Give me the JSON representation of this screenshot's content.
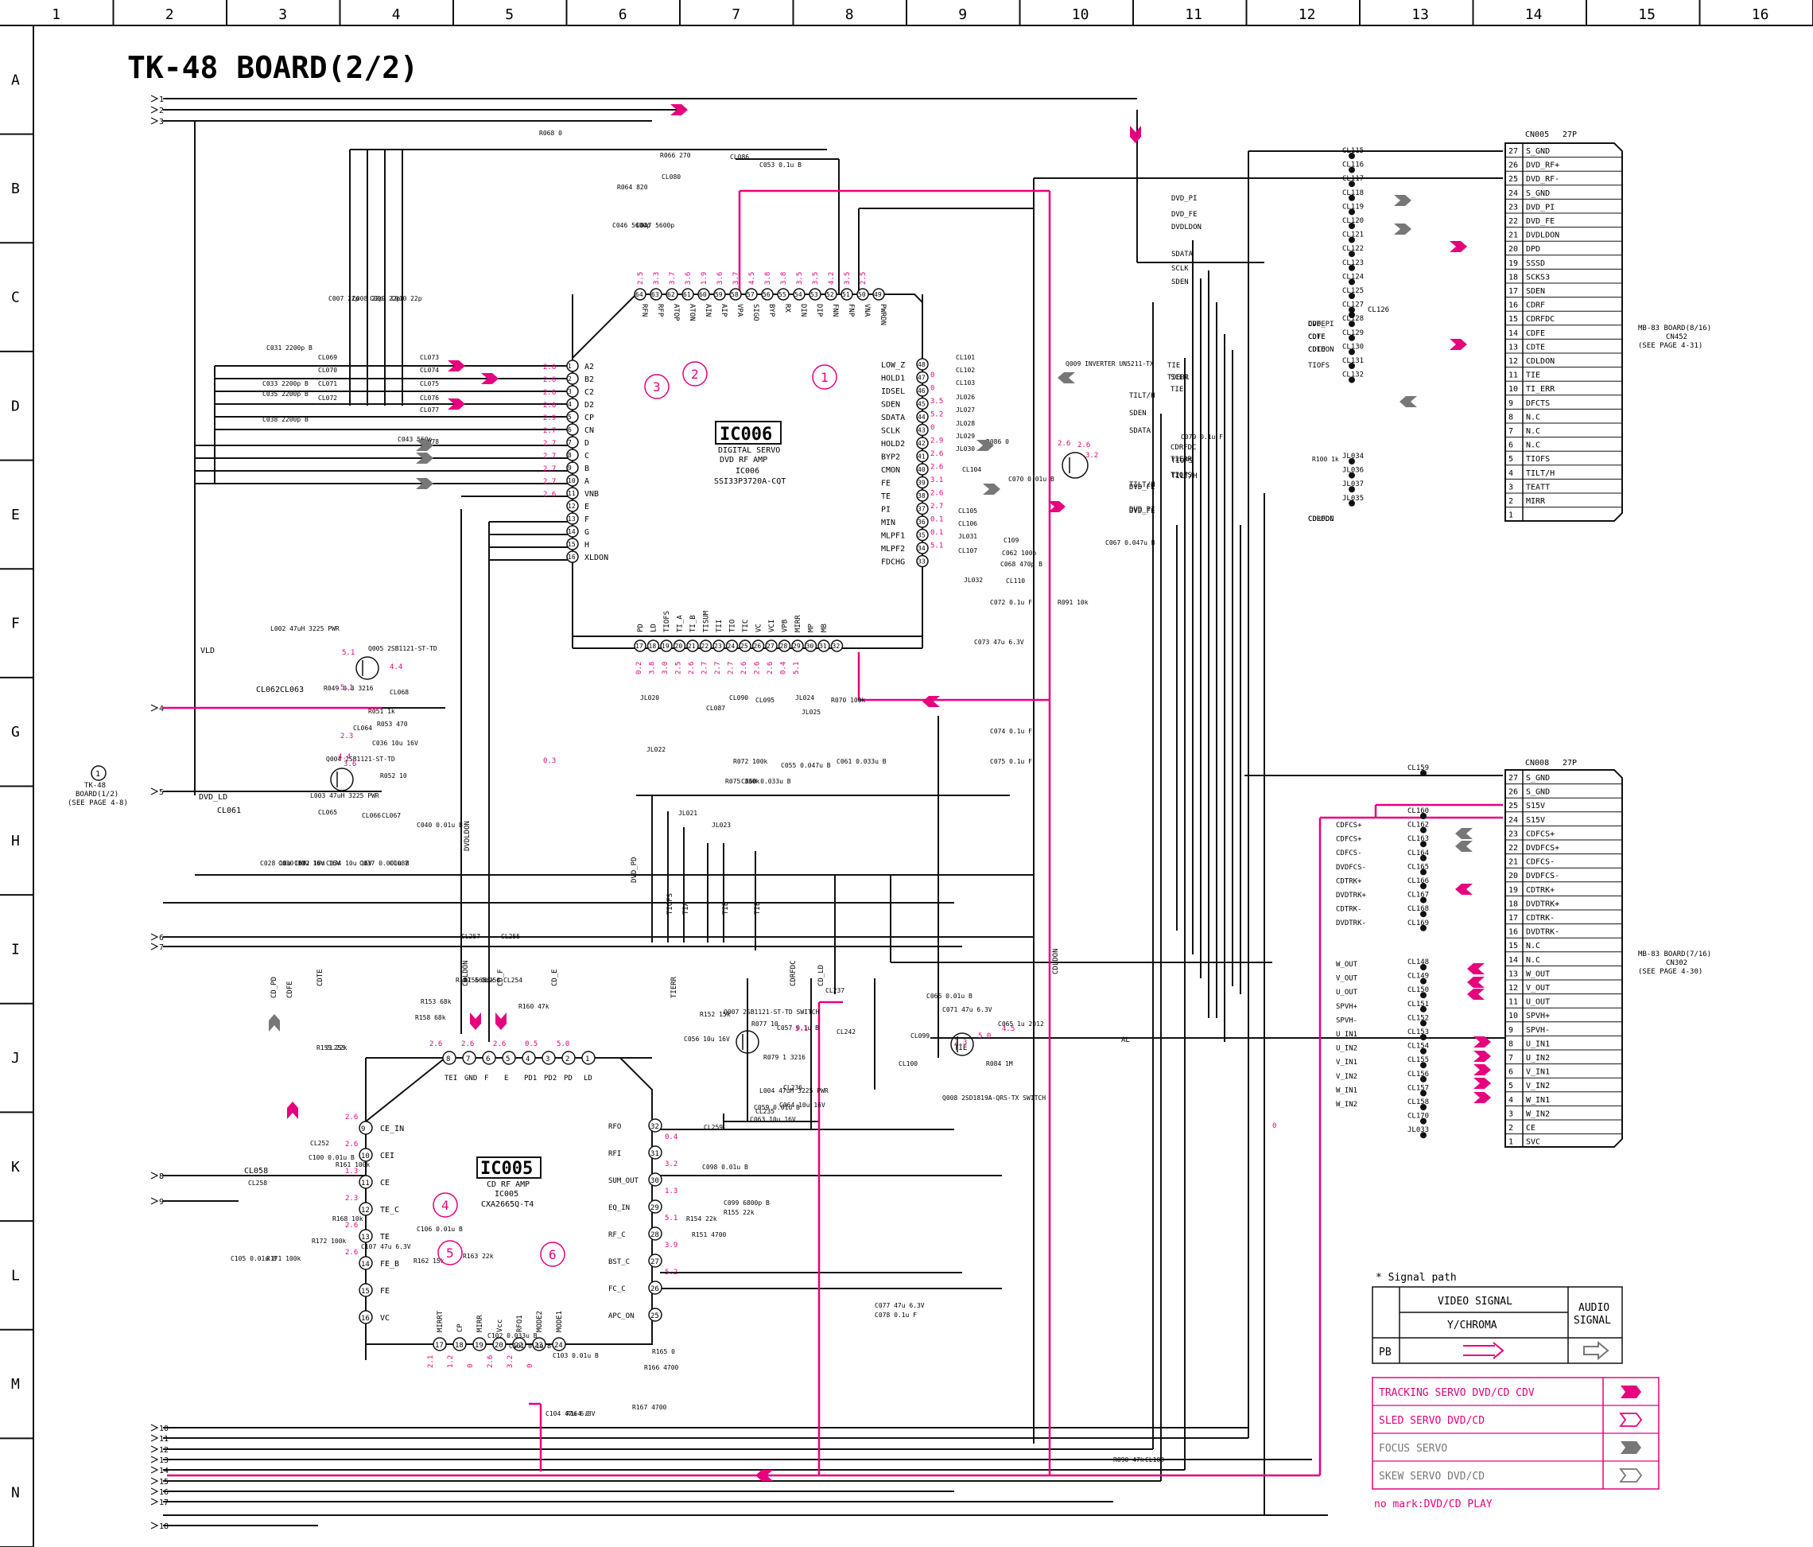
{
  "title": "TK-48 BOARD(2/2)",
  "grid": {
    "columns": [
      "1",
      "2",
      "3",
      "4",
      "5",
      "6",
      "7",
      "8",
      "9",
      "10",
      "11",
      "12",
      "13",
      "14",
      "15",
      "16"
    ],
    "rows": [
      "A",
      "B",
      "C",
      "D",
      "E",
      "F",
      "G",
      "H",
      "I",
      "J",
      "K",
      "L",
      "M",
      "N"
    ]
  },
  "colors": {
    "line": "#111111",
    "signal": "#e6007e",
    "grey_arrow": "#777777"
  },
  "ic006": {
    "name": "IC006",
    "desc1": "DIGITAL SERVO",
    "desc2": "DVD RF AMP",
    "ref": "IC006",
    "part": "SSI33P3720A-CQT",
    "pins_top": [
      "RFN",
      "RFP",
      "ATOP",
      "ATON",
      "AIN",
      "AIP",
      "VPA",
      "SIGO",
      "BYP",
      "RX",
      "DIN",
      "DIP",
      "FNN",
      "FNP",
      "VNA",
      "PWRDN"
    ],
    "pins_top_num": [
      "64",
      "63",
      "62",
      "61",
      "60",
      "59",
      "58",
      "57",
      "56",
      "55",
      "54",
      "53",
      "52",
      "51",
      "50",
      "49"
    ],
    "pins_left": [
      "A2",
      "B2",
      "C2",
      "D2",
      "CP",
      "CN",
      "D",
      "C",
      "B",
      "A",
      "VNB",
      "E",
      "F",
      "G",
      "H",
      "XLDON"
    ],
    "pins_left_num": [
      "1",
      "2",
      "3",
      "4",
      "5",
      "6",
      "7",
      "8",
      "9",
      "10",
      "11",
      "12",
      "13",
      "14",
      "15",
      "16"
    ],
    "pins_right": [
      "LOW_Z",
      "HOLD1",
      "IDSEL",
      "SDEN",
      "SDATA",
      "SCLK",
      "HOLD2",
      "BYP2",
      "CMON",
      "FE",
      "TE",
      "PI",
      "MIN",
      "MLPF1",
      "MLPF2",
      "FDCHG"
    ],
    "pins_right_num": [
      "48",
      "47",
      "46",
      "45",
      "44",
      "43",
      "42",
      "41",
      "40",
      "39",
      "38",
      "37",
      "36",
      "35",
      "34",
      "33"
    ],
    "pins_bottom": [
      "PD",
      "LD",
      "TIOFS",
      "TI_A",
      "TI_B",
      "TISUM",
      "TII",
      "TIO",
      "TIC",
      "VC",
      "VCI",
      "VPB",
      "MIRR",
      "MP",
      "MB",
      ""
    ],
    "pins_bottom_num": [
      "17",
      "18",
      "19",
      "20",
      "21",
      "22",
      "23",
      "24",
      "25",
      "26",
      "27",
      "28",
      "29",
      "30",
      "31",
      "32"
    ]
  },
  "ic005": {
    "name": "IC005",
    "desc": "CD RF AMP",
    "ref": "IC005",
    "part": "CXA2665Q-T4",
    "pins_top": [
      "LD",
      "PD",
      "PD2",
      "PD1",
      "E",
      "F",
      "GND",
      "TEI"
    ],
    "pins_top_num": [
      "1",
      "2",
      "3",
      "4",
      "5",
      "6",
      "7",
      "8"
    ],
    "pins_left": [
      "CE_IN",
      "CEI",
      "CE",
      "TE_C",
      "TE",
      "FE_B",
      "FE",
      "VC"
    ],
    "pins_left_num": [
      "9",
      "10",
      "11",
      "12",
      "13",
      "14",
      "15",
      "16"
    ],
    "pins_right": [
      "RFO",
      "RFI",
      "SUM_OUT",
      "EQ_IN",
      "RF_C",
      "BST_C",
      "FC_C",
      "APC_ON"
    ],
    "pins_right_num": [
      "32",
      "31",
      "30",
      "29",
      "28",
      "27",
      "26",
      "25"
    ],
    "pins_bottom": [
      "MIRRT",
      "CP",
      "MIRR",
      "Vcc",
      "RFO1",
      "MODE2",
      "MODE1"
    ],
    "pins_bottom_num": [
      "17",
      "18",
      "19",
      "20",
      "22",
      "23",
      "24"
    ]
  },
  "cn005": {
    "title": "CN005",
    "pins_label": "27P",
    "board": "MB-83 BOARD(8/16)",
    "cn": "CN452",
    "page": "(SEE PAGE 4-31)",
    "pins": [
      "27",
      "26",
      "25",
      "24",
      "23",
      "22",
      "21",
      "20",
      "19",
      "18",
      "17",
      "16",
      "15",
      "14",
      "13",
      "12",
      "11",
      "10",
      "9",
      "8",
      "7",
      "6",
      "5",
      "4",
      "3",
      "2",
      "1"
    ],
    "signals": [
      "S_GND",
      "DVD_RF+",
      "DVD_RF-",
      "S_GND",
      "DVD_PI",
      "DVD_FE",
      "DVDLDON",
      "DPD",
      "SSSD",
      "SCKS3",
      "SDEN",
      "CDRF",
      "CDRFDC",
      "CDFE",
      "CDTE",
      "CDLDON",
      "TIE",
      "TI_ERR",
      "DFCTS",
      "N.C",
      "N.C",
      "N.C",
      "TIOFS",
      "TILT/H",
      "TEATT",
      "MIRR",
      ""
    ]
  },
  "cn008": {
    "title": "CN008",
    "pins_label": "27P",
    "board": "MB-83 BOARD(7/16)",
    "cn": "CN302",
    "page": "(SEE PAGE 4-30)",
    "pins": [
      "27",
      "26",
      "25",
      "24",
      "23",
      "22",
      "21",
      "20",
      "19",
      "18",
      "17",
      "16",
      "15",
      "14",
      "13",
      "12",
      "11",
      "10",
      "9",
      "8",
      "7",
      "6",
      "5",
      "4",
      "3",
      "2",
      "1"
    ],
    "signals": [
      "S_GND",
      "S_GND",
      "S15V",
      "S15V",
      "CDFCS+",
      "DVDFCS+",
      "CDFCS-",
      "DVDFCS-",
      "CDTRK+",
      "DVDTRK+",
      "CDTRK-",
      "DVDTRK-",
      "N.C",
      "N.C",
      "W_OUT",
      "V_OUT",
      "U_OUT",
      "SPVH+",
      "SPVH-",
      "U_IN1",
      "U_IN2",
      "V_IN1",
      "V_IN2",
      "W_IN1",
      "W_IN2",
      "CE",
      "SVC"
    ]
  },
  "left_ref": {
    "num": "1",
    "board": "TK-48",
    "board2": "BOARD(1/2)",
    "page": "(SEE PAGE 4-8)"
  },
  "left_conn": [
    "1",
    "2",
    "3",
    "4",
    "5",
    "6",
    "7",
    "8",
    "9",
    "10",
    "11",
    "12",
    "13",
    "14",
    "15",
    "16",
    "17",
    "18"
  ],
  "left_net_labels": [
    "VLD",
    "DVD_LD",
    "CL061",
    "CL062",
    "CL063",
    "CL058"
  ],
  "circled_refs": [
    "1",
    "2",
    "3",
    "4",
    "5",
    "6"
  ],
  "cn005_side_labels": [
    "DVD_PI",
    "DVD_FE",
    "DVDLDON",
    "SDATA",
    "SCLK",
    "SDEN",
    "CDFE",
    "CDTE",
    "CDLDON",
    "CDRFDC",
    "TIE",
    "TIERR",
    "TIOFS",
    "TILT/H",
    "DVD_FE",
    "DVD_PI"
  ],
  "cn005_cl": [
    "CL115",
    "CL116",
    "CL117",
    "CL118",
    "CL119",
    "CL120",
    "CL121",
    "CL122",
    "CL123",
    "CL124",
    "CL125",
    "CL127",
    "CL128",
    "CL129",
    "CL130",
    "CL131",
    "CL132",
    "JL034",
    "JL036",
    "JL037",
    "JL035",
    "CL126"
  ],
  "cn008_side_labels": [
    "CDFCS+",
    "CDFCS+",
    "CDFCS-",
    "DVDFCS-",
    "CDTRK+",
    "DVDTRK+",
    "CDTRK-",
    "DVDTRK-",
    "W_OUT",
    "V_OUT",
    "U_OUT",
    "SPVH+",
    "SPVH-",
    "U_IN1",
    "U_IN2",
    "V_IN1",
    "V_IN2",
    "W_IN1",
    "W_IN2"
  ],
  "cn008_cl": [
    "CL159",
    "CL160",
    "CL162",
    "CL163",
    "CL164",
    "CL165",
    "CL166",
    "CL167",
    "CL168",
    "CL169",
    "CL148",
    "CL149",
    "CL150",
    "CL151",
    "CL152",
    "CL153",
    "CL154",
    "CL155",
    "CL156",
    "CL157",
    "CL158",
    "CL170",
    "JL033"
  ],
  "components": [
    "Q005 2SB1121-ST-TD",
    "Q004 2SB1121-ST-TD",
    "Q007 2SB1121-ST-TD SWITCH",
    "Q008 2SD1819A-QRS-TX SWITCH",
    "Q009 INVERTER UN5211-TX",
    "R068 0",
    "R066 270",
    "R064 820",
    "C046 5600p",
    "C047 5600p",
    "C053 0.1u B",
    "CL080",
    "CL086",
    "C007 22p",
    "C008 22p",
    "C009 22p",
    "C010 22p",
    "C031 2200p B",
    "C033 2200p B",
    "C035 2200p B",
    "C038 2200p B",
    "C043 560p",
    "CL069",
    "CL070",
    "CL071",
    "CL072",
    "CL073",
    "CL074",
    "CL075",
    "CL076",
    "CL077",
    "CL078",
    "CL101",
    "CL102",
    "CL103",
    "JL026",
    "JL027",
    "JL028",
    "JL029",
    "JL030",
    "CL104",
    "R086 0",
    "C070 0.01u B",
    "C067 0.047u B",
    "C079 0.1u F",
    "R100 1k",
    "CL105",
    "CL106",
    "JL031",
    "CL107",
    "JL032",
    "C109",
    "C062 100p",
    "C068 470p B",
    "CL110",
    "R091 10k",
    "C072 0.1u F",
    "C073 47u 6.3V",
    "C074 0.1u F",
    "C075 0.1u F",
    "L002 47uH 3225 PWR",
    "R049 0.3 3216",
    "R051 1k",
    "R053 470",
    "CL064",
    "CL068",
    "C036 10u 16V",
    "R052 10",
    "L003 47uH 3225 PWR",
    "CL065",
    "CL066",
    "CL067",
    "C040 0.01u B",
    "C028 10u 16V",
    "C030 10u 16V",
    "C032 10u 16V",
    "C034 10u 16V",
    "C037 0.001u B",
    "CL082",
    "JL020",
    "JL022",
    "CL087",
    "CL090",
    "CL095",
    "JL024",
    "JL025",
    "R070 100k",
    "R072 100k",
    "R075 330k",
    "C055 0.047u B",
    "C060 0.033u B",
    "C061 0.033u B",
    "JL021",
    "JL023",
    "CL257",
    "CL255",
    "R153 68k",
    "R158 68k",
    "R157 56k",
    "R156 56k",
    "CL256",
    "CL254",
    "R160 47k",
    "R159 22k",
    "CL253",
    "CL252",
    "C100 0.01u B",
    "R161 100k",
    "CL258",
    "R168 10k",
    "R172 100k",
    "C105 0.01u B",
    "R171 100k",
    "C107 47u 6.3V",
    "C106 0.01u B",
    "R162 15k",
    "R163 22k",
    "C102 0.033u B",
    "C101 0.1u B",
    "C103 0.01u B",
    "C104 47u 6.3V",
    "R164 0",
    "R165 0",
    "R166 4700",
    "R167 4700",
    "CL259",
    "C098 0.01u B",
    "C099 6800p B",
    "R155 22k",
    "R154 22k",
    "R151 4700",
    "R152 15k",
    "C056 10u 16V",
    "R077 10",
    "C057 0.1u B",
    "R079 1 3216",
    "L004 47uH 3225 PWR",
    "C059 0.01u B",
    "C063 10u 16V",
    "C064 10u 16V",
    "CL235",
    "CL236",
    "CL237",
    "CL242",
    "C066 0.01u B",
    "C071 47u 6.3V",
    "CL099",
    "CL100",
    "C065 1u 2012",
    "R084 1M",
    "R090 47k",
    "CL108",
    "C077 47u 6.3V",
    "C078 0.1u F"
  ],
  "net_labels": [
    "DVDLDON",
    "DVD_PD",
    "TIOFS",
    "TIA",
    "TIB",
    "TIE",
    "TIERR",
    "CDRFDC",
    "CD_LD",
    "CDLDON",
    "CDLDON",
    "CD_F",
    "CD_E",
    "CD_PD",
    "CDFE",
    "CDTE",
    "AL",
    "TILT/H",
    "SDEN",
    "SDATA",
    "SCLK",
    "TIE",
    "TIERR",
    "TIOFS",
    "TILT/H",
    "DVD_FE",
    "DVD_PI",
    "CDFE",
    "CDTE",
    "CDLDON",
    "CDRFDC",
    "TIOFS",
    "TIE"
  ],
  "voltages_ic006_top": [
    "2.5",
    "3.3",
    "3.7",
    "3.6",
    "1.9",
    "3.6",
    "3.7",
    "4.5",
    "3.8",
    "3.8",
    "3.5",
    "3.5",
    "4.2",
    "3.5",
    "2.5"
  ],
  "voltages_ic006_left": [
    "2.6",
    "2.6",
    "2.6",
    "2.6",
    "2.9",
    "2.7",
    "2.7",
    "2.7",
    "2.7",
    "2.7",
    "2.6",
    "0.3"
  ],
  "voltages_ic006_right": [
    "0",
    "0",
    "3.5",
    "5.2",
    "0",
    "2.9",
    "2.6",
    "2.6",
    "3.1",
    "2.6",
    "2.7",
    "0.1",
    "0.1",
    "5.1"
  ],
  "voltages_ic006_bottom": [
    "0.2",
    "3.8",
    "3.0",
    "2.5",
    "2.6",
    "2.7",
    "2.7",
    "2.7",
    "2.6",
    "2.6",
    "2.6",
    "0.4",
    "5.1"
  ],
  "voltages_ic005_top": [
    "2.6",
    "2.6",
    "2.6",
    "0.5",
    "5.0"
  ],
  "voltages_ic005_left": [
    "2.6",
    "2.6",
    "1.3",
    "2.3",
    "2.6",
    "2.6"
  ],
  "voltages_ic005_right": [
    "0.4",
    "3.2",
    "1.3",
    "5.1",
    "3.9",
    "5.2"
  ],
  "voltages_ic005_bottom": [
    "2.1",
    "1.2",
    "0",
    "2.6",
    "3.2",
    "0"
  ],
  "voltages_misc": [
    "5.1",
    "4.4",
    "5.1",
    "2.3",
    "4.4",
    "3.6",
    "5.1",
    "2.3",
    "5.0",
    "4.5",
    "2.6",
    "3.2",
    "2.6",
    "0"
  ],
  "legend": {
    "heading": "* Signal path",
    "video": "VIDEO SIGNAL",
    "ychroma": "Y/CHROMA",
    "audio": "AUDIO",
    "audio2": "SIGNAL",
    "pb": "PB",
    "items": [
      "TRACKING SERVO DVD/CD CDV",
      "SLED SERVO DVD/CD",
      "FOCUS SERVO",
      "SKEW SERVO DVD/CD"
    ],
    "note": "no mark:DVD/CD PLAY"
  }
}
